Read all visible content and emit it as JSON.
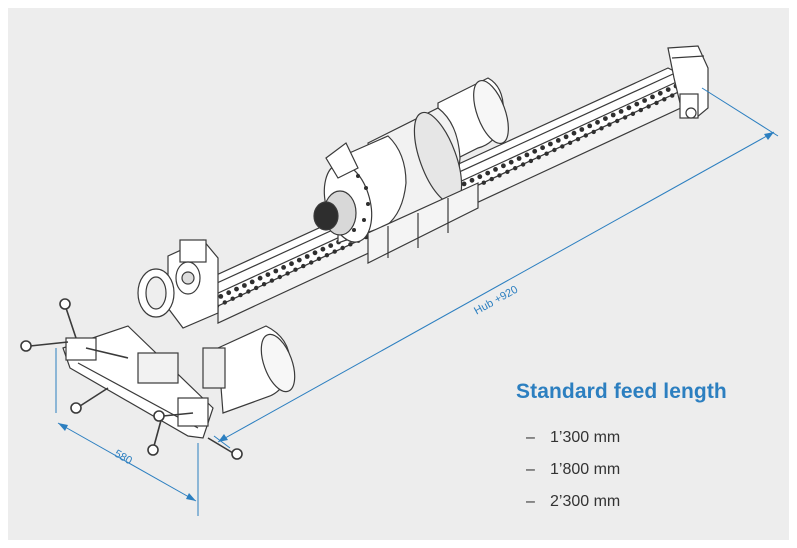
{
  "dimensions": {
    "length_label": "Hub +920",
    "width_label": "580"
  },
  "feed_length": {
    "title": "Standard feed length",
    "bullet": "–",
    "items": [
      "1’300 mm",
      "1’800 mm",
      "2’300 mm"
    ]
  },
  "colors": {
    "accent": "#2c7fc0",
    "panel_background": "#ededed",
    "text": "#333333",
    "line_art": "#3a3a3a"
  }
}
